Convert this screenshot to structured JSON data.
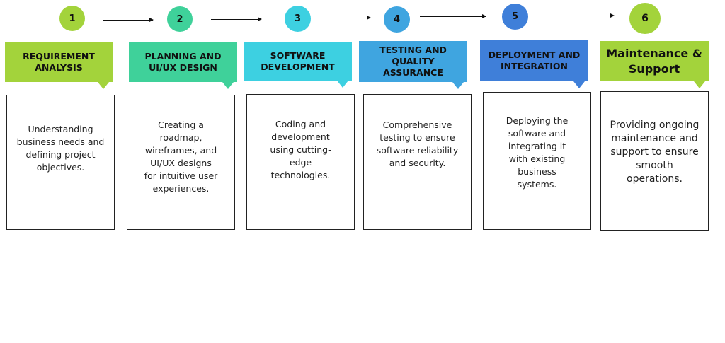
{
  "steps": [
    {
      "number": "1",
      "title": "REQUIREMENT\nANALYSIS",
      "description": "Understanding\nbusiness needs and\ndefining project\nobjectives.",
      "color": "#a3d33b"
    },
    {
      "number": "2",
      "title": "PLANNING AND\nUI/UX DESIGN",
      "description": "Creating a\nroadmap,\nwireframes, and\nUI/UX designs\nfor intuitive user\nexperiences.",
      "color": "#3fd19a"
    },
    {
      "number": "3",
      "title": "SOFTWARE\nDEVELOPMENT",
      "description": "Coding and\ndevelopment\nusing cutting-\nedge\ntechnologies.",
      "color": "#3dd0e1"
    },
    {
      "number": "4",
      "title": "TESTING AND\nQUALITY\nASSURANCE",
      "description": "Comprehensive\ntesting to ensure\nsoftware reliability\nand security.",
      "color": "#3fa5e0"
    },
    {
      "number": "5",
      "title": "DEPLOYMENT AND\nINTEGRATION",
      "description": "Deploying the\nsoftware and\nintegrating it\nwith existing\nbusiness\nsystems.",
      "color": "#3f7fd9"
    },
    {
      "number": "6",
      "title": "Maintenance &\nSupport",
      "description": "Providing ongoing\nmaintenance and\nsupport to ensure\nsmooth\noperations.",
      "color": "#a3d33b"
    }
  ]
}
